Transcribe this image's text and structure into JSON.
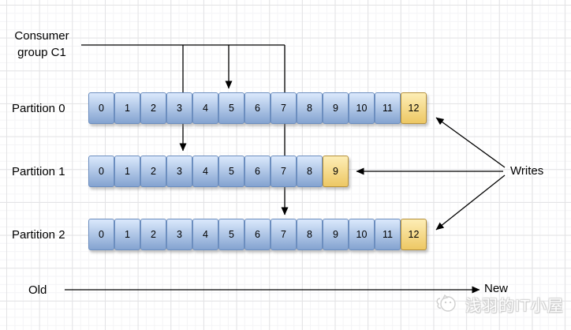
{
  "consumer_group": {
    "label": "Consumer\ngroup C1"
  },
  "partitions": [
    {
      "label": "Partition 0",
      "cells": [
        "0",
        "1",
        "2",
        "3",
        "4",
        "5",
        "6",
        "7",
        "8",
        "9",
        "10",
        "11",
        "12"
      ],
      "highlight_index": 12
    },
    {
      "label": "Partition 1",
      "cells": [
        "0",
        "1",
        "2",
        "3",
        "4",
        "5",
        "6",
        "7",
        "8",
        "9"
      ],
      "highlight_index": 9
    },
    {
      "label": "Partition 2",
      "cells": [
        "0",
        "1",
        "2",
        "3",
        "4",
        "5",
        "6",
        "7",
        "8",
        "9",
        "10",
        "11",
        "12"
      ],
      "highlight_index": 12
    }
  ],
  "annotations": {
    "writes": "Writes",
    "old": "Old",
    "new": "New"
  },
  "watermark": {
    "text": "浅羽的IT小屋",
    "icon": "cat-logo-icon"
  },
  "colors": {
    "cell_blue_top": "#dbe9fc",
    "cell_blue_bottom": "#84a3d0",
    "cell_blue_border": "#6c8ebf",
    "cell_yellow_top": "#fdedb6",
    "cell_yellow_bottom": "#edc764",
    "cell_yellow_border": "#b5913c",
    "line": "#000000",
    "watermark_gray": "#cccccc"
  }
}
